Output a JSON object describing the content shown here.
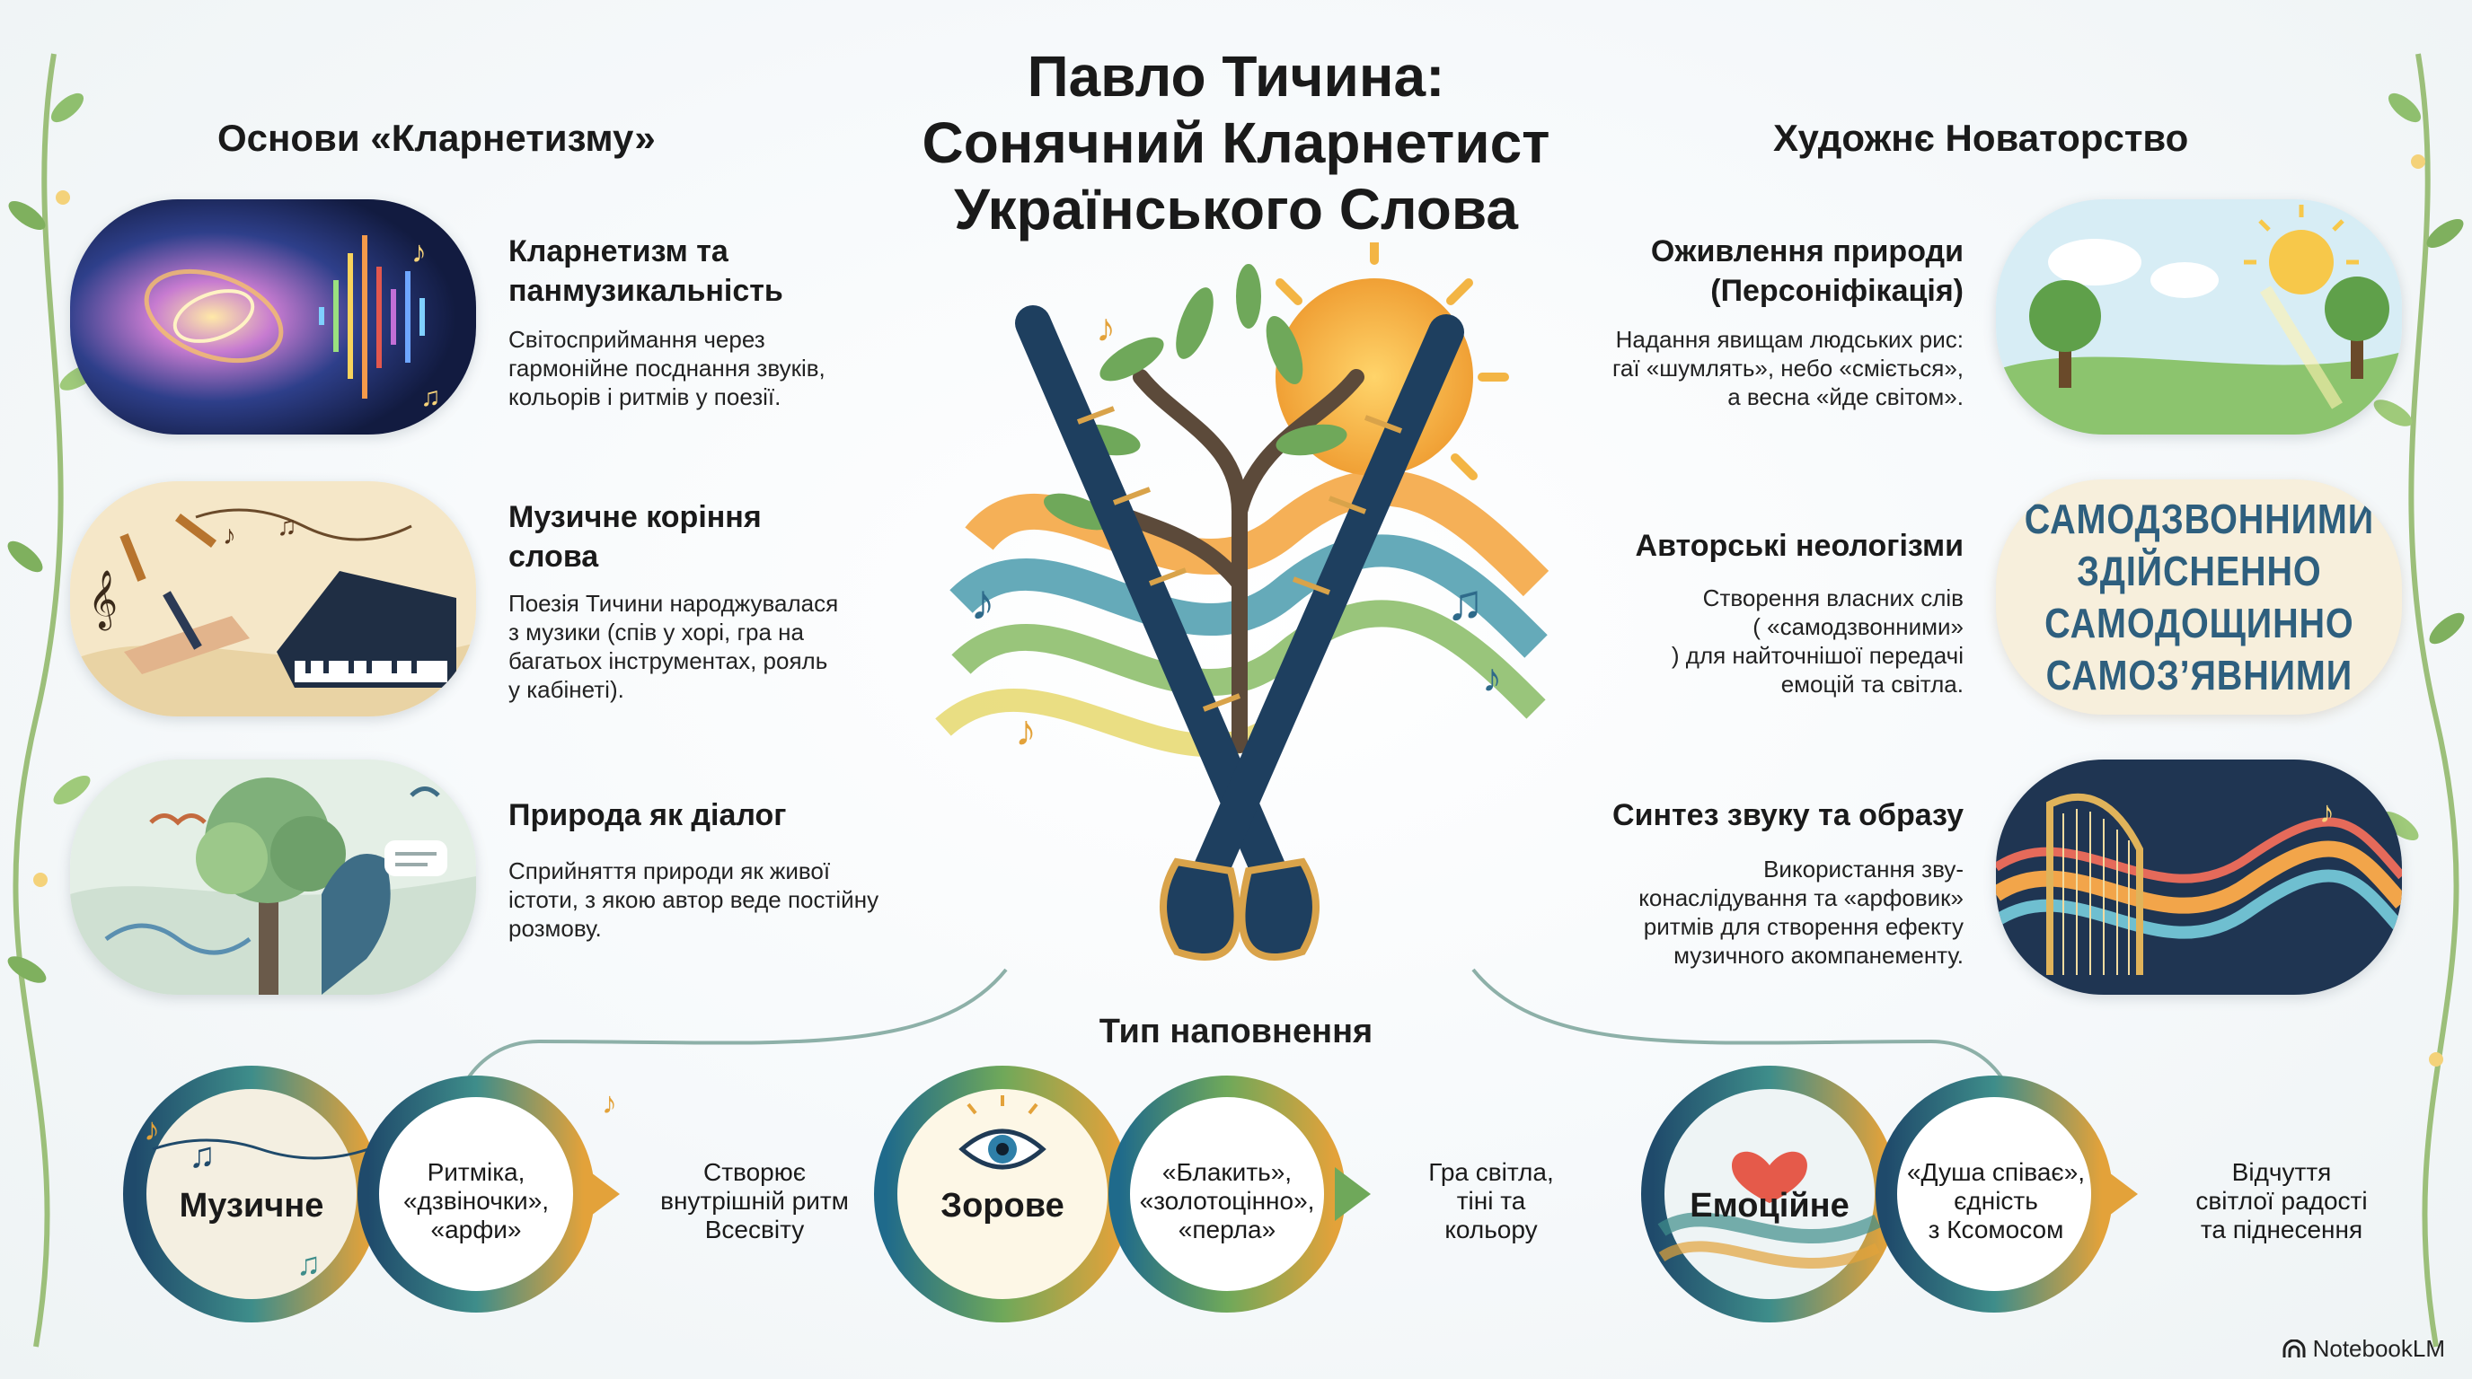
{
  "title": {
    "line1": "Павло Тичина:",
    "line2": "Сонячний Кларнетист",
    "line3": "Українського Слова"
  },
  "left_section": {
    "title": "Основи «Кларнетизму»",
    "items": [
      {
        "title_line1": "Кларнетизм та",
        "title_line2": "панмузикальність",
        "text_lines": [
          "Світосприймання через",
          "гармонійне посднання звуків,",
          "кольорів і ритмів у поезії."
        ]
      },
      {
        "title_line1": "Музичне коріння",
        "title_line2": "слова",
        "text_lines": [
          "Поезія Тичини народжувалася",
          "з музики (спів у хорі, гра на",
          "багатьох інструментах, рояль",
          "у кабінеті)."
        ]
      },
      {
        "title_line1": "Природа як діалог",
        "title_line2": "",
        "text_lines": [
          "Сприйняття природи як живої",
          "істоти, з якою автор веде постійну",
          "розмову."
        ]
      }
    ]
  },
  "right_section": {
    "title": "Художнє Новаторство",
    "items": [
      {
        "title_line1": "Оживлення природи",
        "title_line2": "(Персоніфікація)",
        "text_lines": [
          "Надання явищам людських рис:",
          "гаї «шумлять», небо «сміється»,",
          "а весна «йде світом»."
        ]
      },
      {
        "title_line1": "Авторські неологізми",
        "title_line2": "",
        "text_lines": [
          "Створення власних слів",
          "( «самодзвонними»",
          ") для найточнішої передачі",
          "емоцій та світла."
        ]
      },
      {
        "title_line1": "Синтез звуку та образу",
        "title_line2": "",
        "text_lines": [
          "Використання зву-",
          "конаслідування та «арфовик»",
          "ритмів для створення ефекту",
          "музичного акомпанементу."
        ]
      }
    ],
    "neologisms": [
      "САМОДЗВОННИМИ",
      "ЗДІЙСНЕННО",
      "САМОДОЩИННО",
      "САМОЗ’ЯВНИМИ"
    ]
  },
  "bottom": {
    "title": "Тип наповнення",
    "groups": [
      {
        "label": "Музичне",
        "inner_lines": [
          "Ритміка,",
          "«дзвіночки»,",
          "«арфи»"
        ],
        "outer_lines": [
          "Створює",
          "внутрішній ритм",
          "Всесвіту"
        ]
      },
      {
        "label": "Зорове",
        "inner_lines": [
          "«Блакить»,",
          "«золотоцінно»,",
          "«перла»"
        ],
        "outer_lines": [
          "Гра світла,",
          "тіні та",
          "кольору"
        ]
      },
      {
        "label": "Емоційне",
        "inner_lines": [
          "«Душа співає»,",
          "єдність",
          "з Ксомосом"
        ],
        "outer_lines": [
          "Відчуття",
          "світлої радості",
          "та піднесення"
        ]
      }
    ]
  },
  "watermark": "NotebookLM",
  "colors": {
    "navy": "#1f4a6b",
    "gold": "#e3a23a",
    "teal": "#3e8d8a",
    "green": "#6fa85a"
  }
}
